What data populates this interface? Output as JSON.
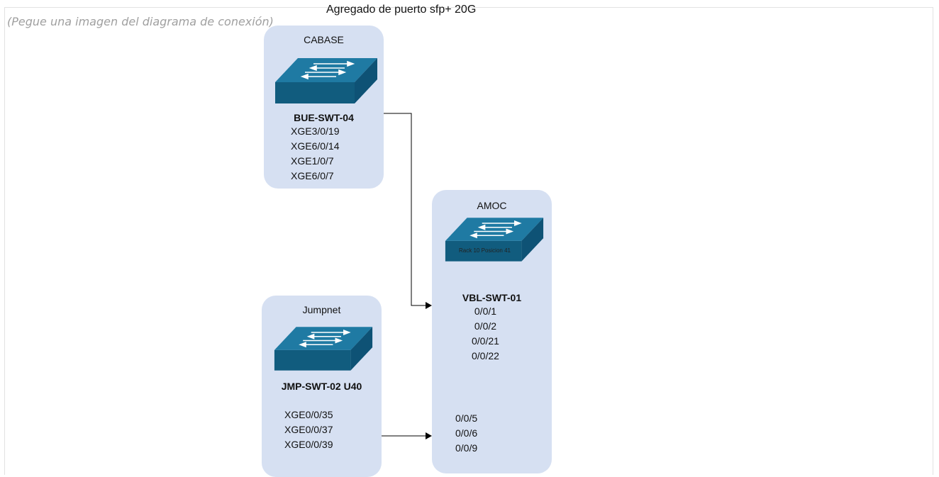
{
  "placeholder": "(Pegue una imagen del diagrama de conexión)",
  "title": "Agregado de puerto sfp+ 20G",
  "colors": {
    "node_bg": "#d6e0f2",
    "switch_dark": "#115c7e",
    "switch_light": "#1f7aa3"
  },
  "nodes": {
    "cabase": {
      "site": "CABASE",
      "device": "BUE-SWT-04",
      "ports": [
        "XGE3/0/19",
        "XGE6/0/14",
        "XGE1/0/7",
        "XGE6/0/7"
      ]
    },
    "amoc": {
      "site": "AMOC",
      "rack_note": "Rack 10 Posicion 41",
      "device": "VBL-SWT-01",
      "ports_top": [
        "0/0/1",
        "0/0/2",
        "0/0/21",
        "0/0/22"
      ],
      "ports_bottom": [
        "0/0/5",
        "0/0/6",
        "0/0/9"
      ]
    },
    "jumpnet": {
      "site": "Jumpnet",
      "device": "JMP-SWT-02 U40",
      "ports": [
        "XGE0/0/35",
        "XGE0/0/37",
        "XGE0/0/39"
      ]
    }
  }
}
